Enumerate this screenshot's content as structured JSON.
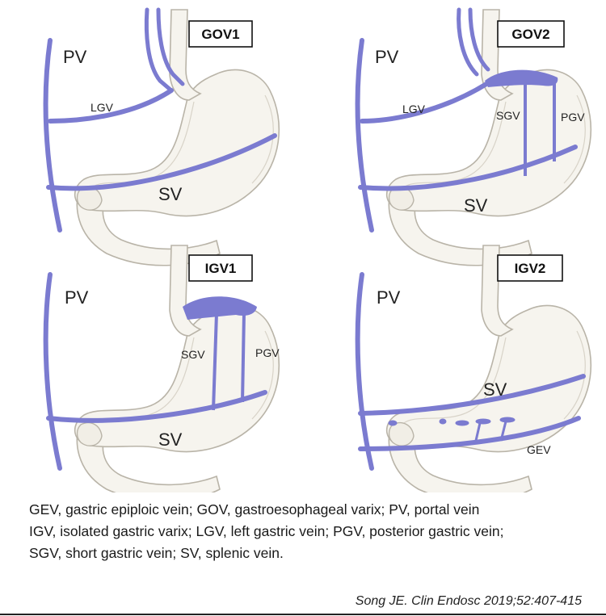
{
  "panels": [
    {
      "title": "GOV1",
      "labels": {
        "pv": "PV",
        "lgv": "LGV",
        "sv": "SV"
      }
    },
    {
      "title": "GOV2",
      "labels": {
        "pv": "PV",
        "lgv": "LGV",
        "sgv": "SGV",
        "pgv": "PGV",
        "sv": "SV"
      }
    },
    {
      "title": "IGV1",
      "labels": {
        "pv": "PV",
        "sgv": "SGV",
        "pgv": "PGV",
        "sv": "SV"
      }
    },
    {
      "title": "IGV2",
      "labels": {
        "pv": "PV",
        "sv": "SV",
        "gev": "GEV"
      }
    }
  ],
  "legend": [
    "GEV, gastric epiploic vein;  GOV, gastroesophageal varix; PV, portal vein",
    "IGV, isolated gastric varix; LGV, left gastric vein; PGV, posterior gastric vein;",
    "SGV, short gastric vein; SV, splenic vein."
  ],
  "citation": "Song JE. Clin Endosc 2019;52:407-415",
  "colors": {
    "vein": "#7b7bd0",
    "stomach_fill": "#f6f4ee",
    "stomach_outline": "#b9b4a8"
  }
}
